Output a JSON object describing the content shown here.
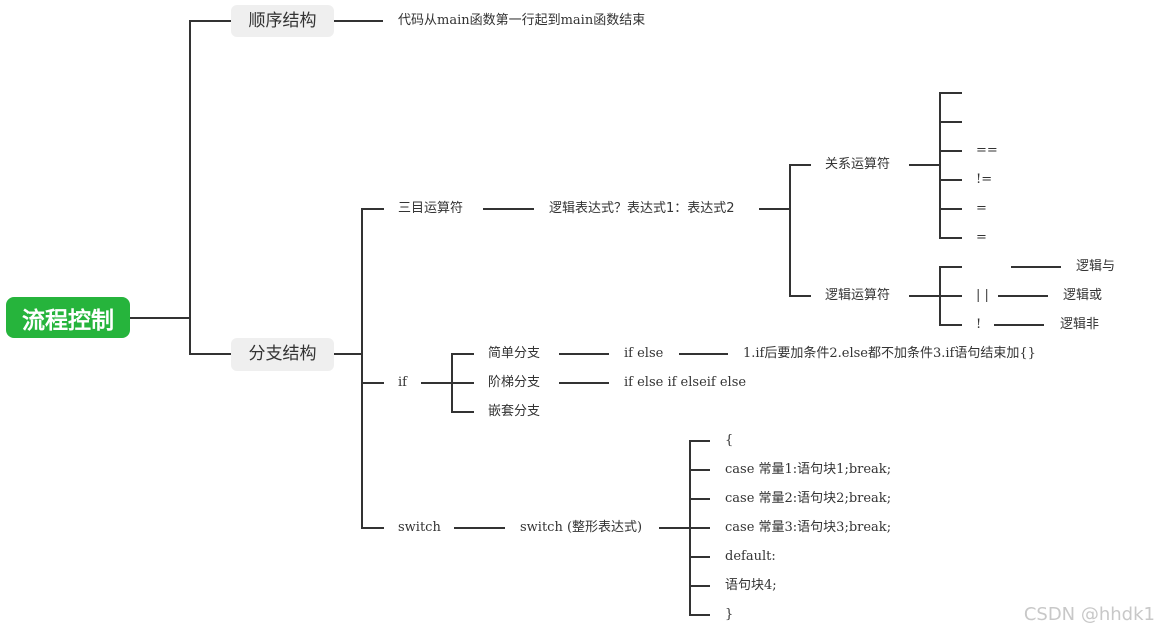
{
  "root": "流程控制",
  "sequence": {
    "label": "顺序结构",
    "note": "代码从main函数第一行起到main函数结束"
  },
  "branch": {
    "label": "分支结构",
    "ternary": {
      "label": "三目运算符",
      "expr": "逻辑表达式？表达式1：表达式2",
      "relational": {
        "label": "关系运算符",
        "ops": [
          "",
          "",
          "==",
          "!=",
          "=",
          "="
        ]
      },
      "logical": {
        "label": "逻辑运算符",
        "items": [
          {
            "op": "",
            "meaning": "逻辑与"
          },
          {
            "op": "| |",
            "meaning": "逻辑或"
          },
          {
            "op": "!",
            "meaning": "逻辑非"
          }
        ]
      }
    },
    "if": {
      "label": "if",
      "simple": "简单分支",
      "simple_form": "if else",
      "simple_note": "1.if后要加条件2.else都不加条件3.if语句结束加{}",
      "ladder": "阶梯分支",
      "ladder_form": "if else if elseif else",
      "nested": "嵌套分支"
    },
    "switch": {
      "label": "switch",
      "form": "switch (整形表达式)",
      "body": [
        "{",
        "case 常量1:语句块1;break;",
        "case 常量2:语句块2;break;",
        "case 常量3:语句块3;break;",
        "default:",
        "语句块4;",
        "}"
      ]
    }
  },
  "watermark": "CSDN @hhdk1"
}
